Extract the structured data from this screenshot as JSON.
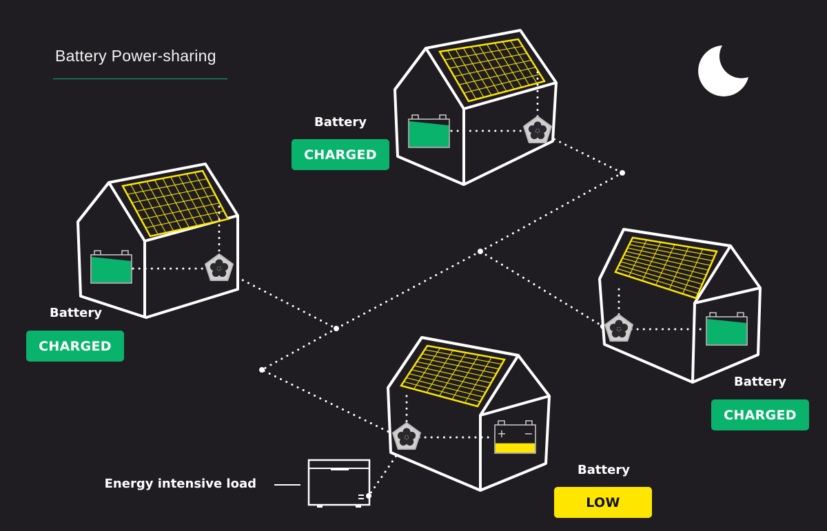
{
  "title": "Battery Power-sharing",
  "colors": {
    "background": "#1f1d21",
    "charged": "#0ab36b",
    "low": "#ffe600",
    "solar_panel": "#ffe600",
    "outline": "#ffffff"
  },
  "houses": [
    {
      "id": "top",
      "battery_label": "Battery",
      "status": "CHARGED",
      "charge_fraction": 0.85
    },
    {
      "id": "left",
      "battery_label": "Battery",
      "status": "CHARGED",
      "charge_fraction": 0.85
    },
    {
      "id": "right",
      "battery_label": "Battery",
      "status": "CHARGED",
      "charge_fraction": 0.85
    },
    {
      "id": "bottom",
      "battery_label": "Battery",
      "status": "LOW",
      "charge_fraction": 0.35
    }
  ],
  "load": {
    "label": "Energy intensive load"
  },
  "icons": {
    "night": "moon-icon",
    "inverter": "inverter-icon",
    "battery": "battery-icon",
    "solar": "solar-panel-icon",
    "load": "freezer-icon"
  }
}
